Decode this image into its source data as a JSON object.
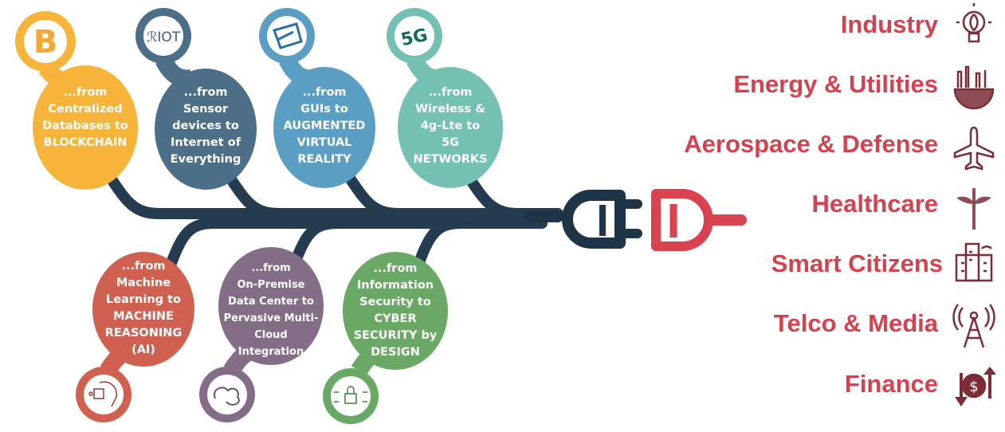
{
  "colors": {
    "connector": "#253B4F",
    "plug": "#1E3447",
    "socket": "#D9434F",
    "industry_text": "#D2434F",
    "industry_icon": "#7B2C35"
  },
  "transitions": [
    {
      "from": "...from",
      "text": "Centralized\nDatabases to\nBLOCKCHAIN",
      "color": "#F7B43A",
      "icon": "bitcoin-icon"
    },
    {
      "from": "...from",
      "text": "Sensor\ndevices to\nInternet of\nEverything",
      "color": "#4C6F87",
      "icon": "riot-logo-icon",
      "icon_text": "RIOT"
    },
    {
      "from": "...from",
      "text": "GUIs to\nAUGMENTED\nVIRTUAL\nREALITY",
      "color": "#5B9EC4",
      "icon": "vr-headset-icon"
    },
    {
      "from": "...from",
      "text": "Wireless &\n4g-Lte to\n5G\nNETWORKS",
      "color": "#74C0B2",
      "icon": "5g-icon",
      "icon_text": "5G"
    },
    {
      "from": "...from",
      "text": "Machine\nLearning to\nMACHINE\nREASONING\n(AI)",
      "color": "#D0604F",
      "icon": "ai-brain-icon"
    },
    {
      "from": "...from",
      "text": "On-Premise\nData Center to\nPervasive Multi-\nCloud\nIntegration",
      "color": "#846D86",
      "icon": "cloud-icon"
    },
    {
      "from": "...from",
      "text": "Information\nSecurity to\nCYBER\nSECURITY by\nDESIGN",
      "color": "#6AA865",
      "icon": "cyber-lock-icon"
    }
  ],
  "industries": [
    {
      "label": "Industry",
      "icon": "lightbulb-leaf-icon"
    },
    {
      "label": "Energy & Utilities",
      "icon": "globe-factory-icon"
    },
    {
      "label": "Aerospace & Defense",
      "icon": "airplane-icon"
    },
    {
      "label": "Healthcare",
      "icon": "caduceus-icon"
    },
    {
      "label": "Smart Citizens",
      "icon": "smart-city-icon"
    },
    {
      "label": "Telco & Media",
      "icon": "antenna-tower-icon"
    },
    {
      "label": "Finance",
      "icon": "dollar-exchange-icon"
    }
  ]
}
